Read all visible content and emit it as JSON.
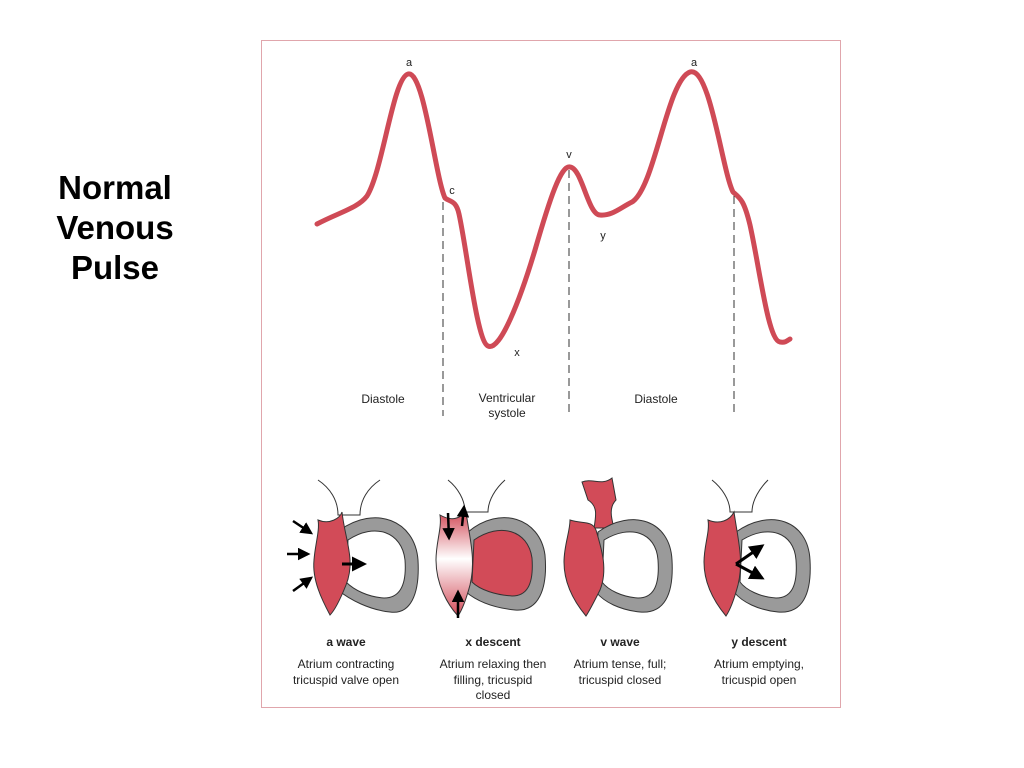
{
  "title_lines": [
    "Normal",
    "Venous",
    "Pulse"
  ],
  "waveform": {
    "peaks": {
      "a1": "a",
      "c": "c",
      "x": "x",
      "v": "v",
      "y": "y",
      "a2": "a"
    },
    "phases": {
      "diastole_1": "Diastole",
      "systole_line1": "Ventricular",
      "systole_line2": "systole",
      "diastole_2": "Diastole"
    }
  },
  "panels": [
    {
      "heading": "a wave",
      "lines": [
        "Atrium contracting",
        "tricuspid valve open"
      ]
    },
    {
      "heading": "x descent",
      "lines": [
        "Atrium relaxing then",
        "filling, tricuspid",
        "closed"
      ]
    },
    {
      "heading": "v wave",
      "lines": [
        "Atrium tense, full;",
        "tricuspid closed"
      ]
    },
    {
      "heading": "y descent",
      "lines": [
        "Atrium emptying,",
        "tricuspid open"
      ]
    }
  ],
  "colors": {
    "wave": "#cf4a56",
    "fill": "#d24b58",
    "wall": "#9a9a9a",
    "frame": "#e0a6ac"
  }
}
